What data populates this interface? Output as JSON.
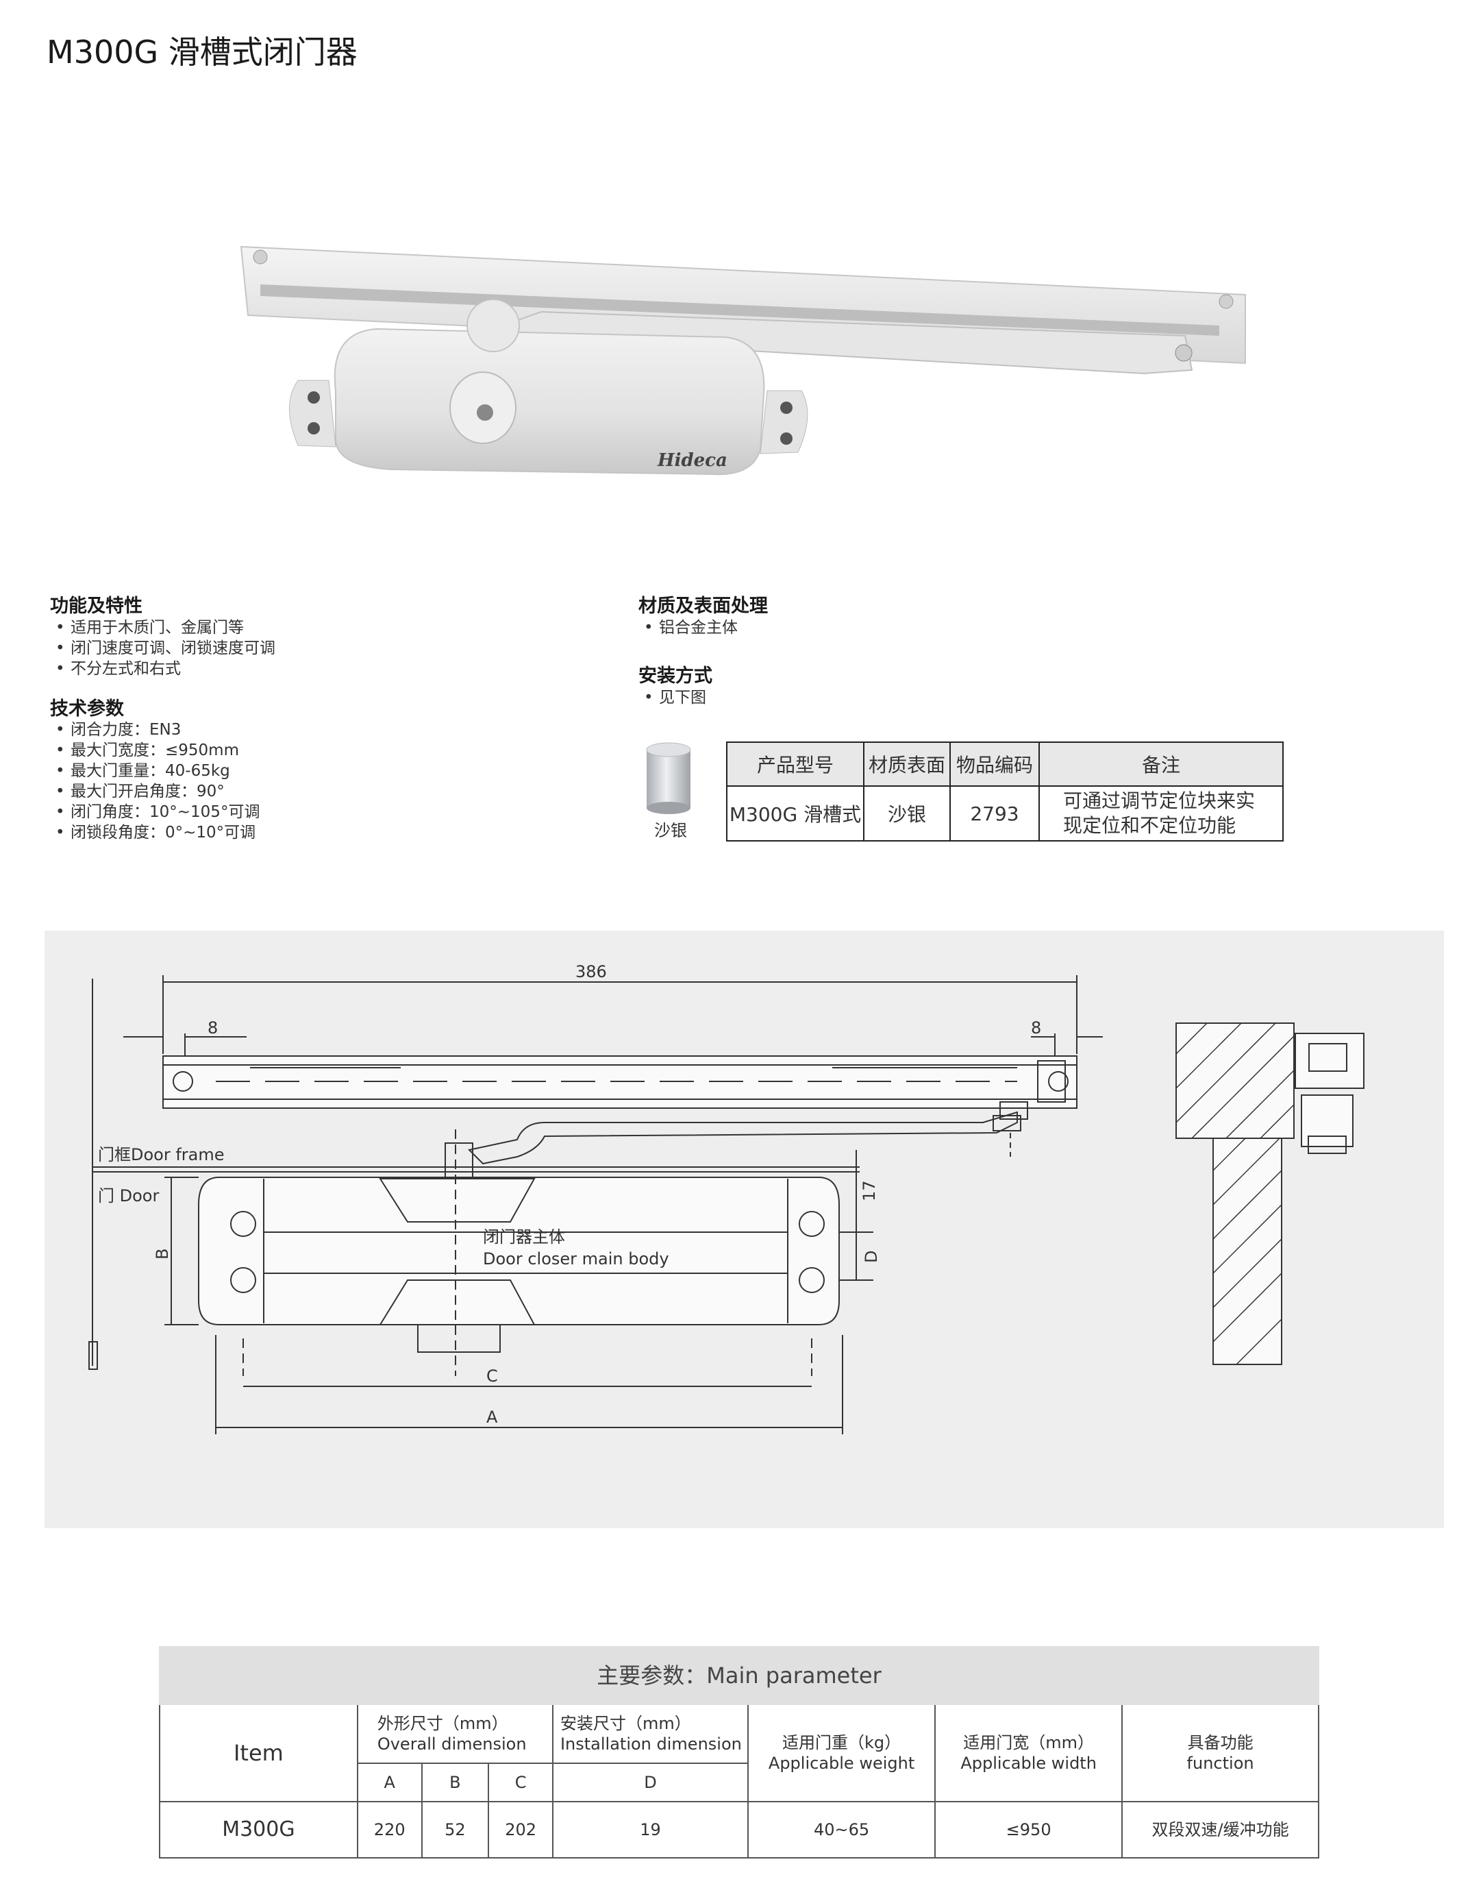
{
  "title": "M300G 滑槽式闭门器",
  "product_image": {
    "brand_logo": "Hideca",
    "alt_icon": "door-closer-photo"
  },
  "features": {
    "heading": "功能及特性",
    "items": [
      "适用于木质门、金属门等",
      "闭门速度可调、闭锁速度可调",
      "不分左式和右式"
    ]
  },
  "tech": {
    "heading": "技术参数",
    "items": [
      "闭合力度：EN3",
      "最大门宽度：≤950mm",
      "最大门重量：40-65kg",
      "最大门开启角度：90°",
      "闭门角度：10°~105°可调",
      "闭锁段角度：0°~10°可调"
    ]
  },
  "material": {
    "heading": "材质及表面处理",
    "items": [
      "铝合金主体"
    ]
  },
  "install": {
    "heading": "安装方式",
    "items": [
      "见下图"
    ]
  },
  "finish": {
    "swatch_label": "沙银",
    "swatch_color": "#c9ccd0",
    "headers": [
      "产品型号",
      "材质表面",
      "物品编码",
      "备注"
    ],
    "row": {
      "model": "M300G 滑槽式",
      "surface": "沙银",
      "code": "2793",
      "note_line1": "可通过调节定位块来实",
      "note_line2": "现定位和不定位功能"
    }
  },
  "drawing": {
    "dim_overall": "386",
    "dim_left": "8",
    "dim_right": "8",
    "label_frame": "门框Door frame",
    "label_door": "门 Door",
    "label_body_cn": "闭门器主体",
    "label_body_en": "Door closer main body",
    "dim_17": "17",
    "dim_B": "B",
    "dim_D": "D",
    "dim_C": "C",
    "dim_A": "A"
  },
  "params": {
    "heading": "主要参数：Main parameter",
    "col_item": "Item",
    "col_overall_cn": "外形尺寸（mm）",
    "col_overall_en": "Overall dimension",
    "col_install_cn": "安装尺寸（mm）",
    "col_install_en": "Installation dimension",
    "col_weight_cn": "适用门重（kg）",
    "col_weight_en": "Applicable weight",
    "col_width_cn": "适用门宽（mm）",
    "col_width_en": "Applicable width",
    "col_func_cn": "具备功能",
    "col_func_en": "function",
    "sub_A": "A",
    "sub_B": "B",
    "sub_C": "C",
    "sub_D": "D",
    "row": {
      "item": "M300G",
      "A": "220",
      "B": "52",
      "C": "202",
      "D": "19",
      "weight": "40~65",
      "width": "≤950",
      "func": "双段双速/缓冲功能"
    }
  }
}
